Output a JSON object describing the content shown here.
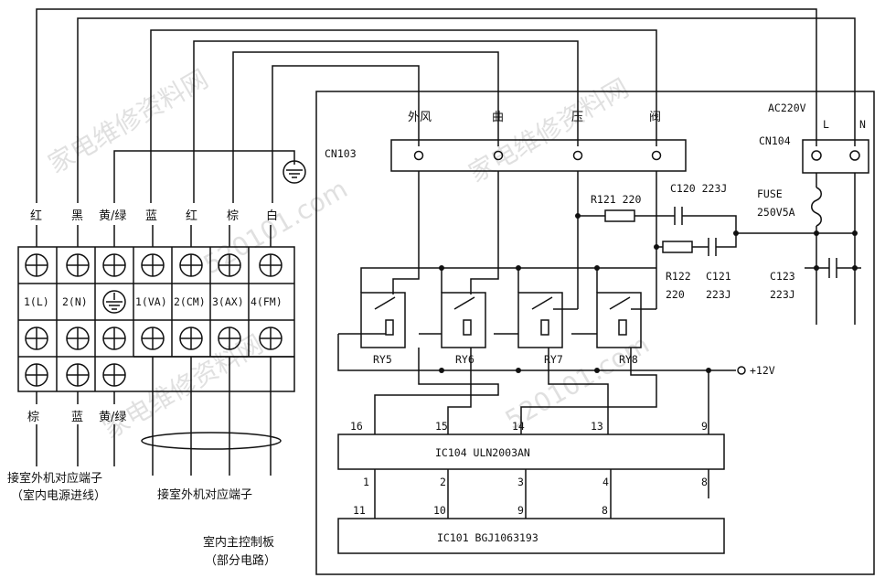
{
  "watermarks": [
    "家电维修资料网",
    "520101.com"
  ],
  "board": {
    "label_line1": "室内主控制板",
    "label_line2": "（部分电路）"
  },
  "cn103": {
    "label": "CN103",
    "pins": [
      "外风",
      "曲",
      "压",
      "阀"
    ]
  },
  "cn104": {
    "label": "CN104",
    "power": "AC220V",
    "pins": [
      "L",
      "N"
    ]
  },
  "fuse": {
    "name": "FUSE",
    "rating": "250V5A"
  },
  "components": {
    "r121": "R121 220",
    "c120": "C120 223J",
    "r122_name": "R122",
    "r122_value": "220",
    "c121_name": "C121",
    "c121_value": "223J",
    "c123_name": "C123",
    "c123_value": "223J"
  },
  "relays": [
    "RY5",
    "RY6",
    "RY7",
    "RY8"
  ],
  "supply": "+12V",
  "ic104": {
    "label": "IC104 ULN2003AN",
    "top_pins": [
      "16",
      "15",
      "14",
      "13",
      "9"
    ],
    "bottom_pins": [
      "1",
      "2",
      "3",
      "4",
      "8"
    ]
  },
  "ic101": {
    "label": "IC101 BGJ1063193",
    "top_pins": [
      "11",
      "10",
      "9",
      "8"
    ]
  },
  "terminal_block": {
    "wire_colors_top": [
      "红",
      "黑",
      "黄/绿",
      "蓝",
      "红",
      "棕",
      "白"
    ],
    "terminal_labels": [
      "1(L)",
      "2(N)",
      "",
      "1(VA)",
      "2(CM)",
      "3(AX)",
      "4(FM)"
    ],
    "wire_colors_bottom": [
      "棕",
      "蓝",
      "黄/绿"
    ],
    "caption_left_line1": "接室外机对应端子",
    "caption_left_line2": "（室内电源进线）",
    "caption_right": "接室外机对应端子"
  }
}
